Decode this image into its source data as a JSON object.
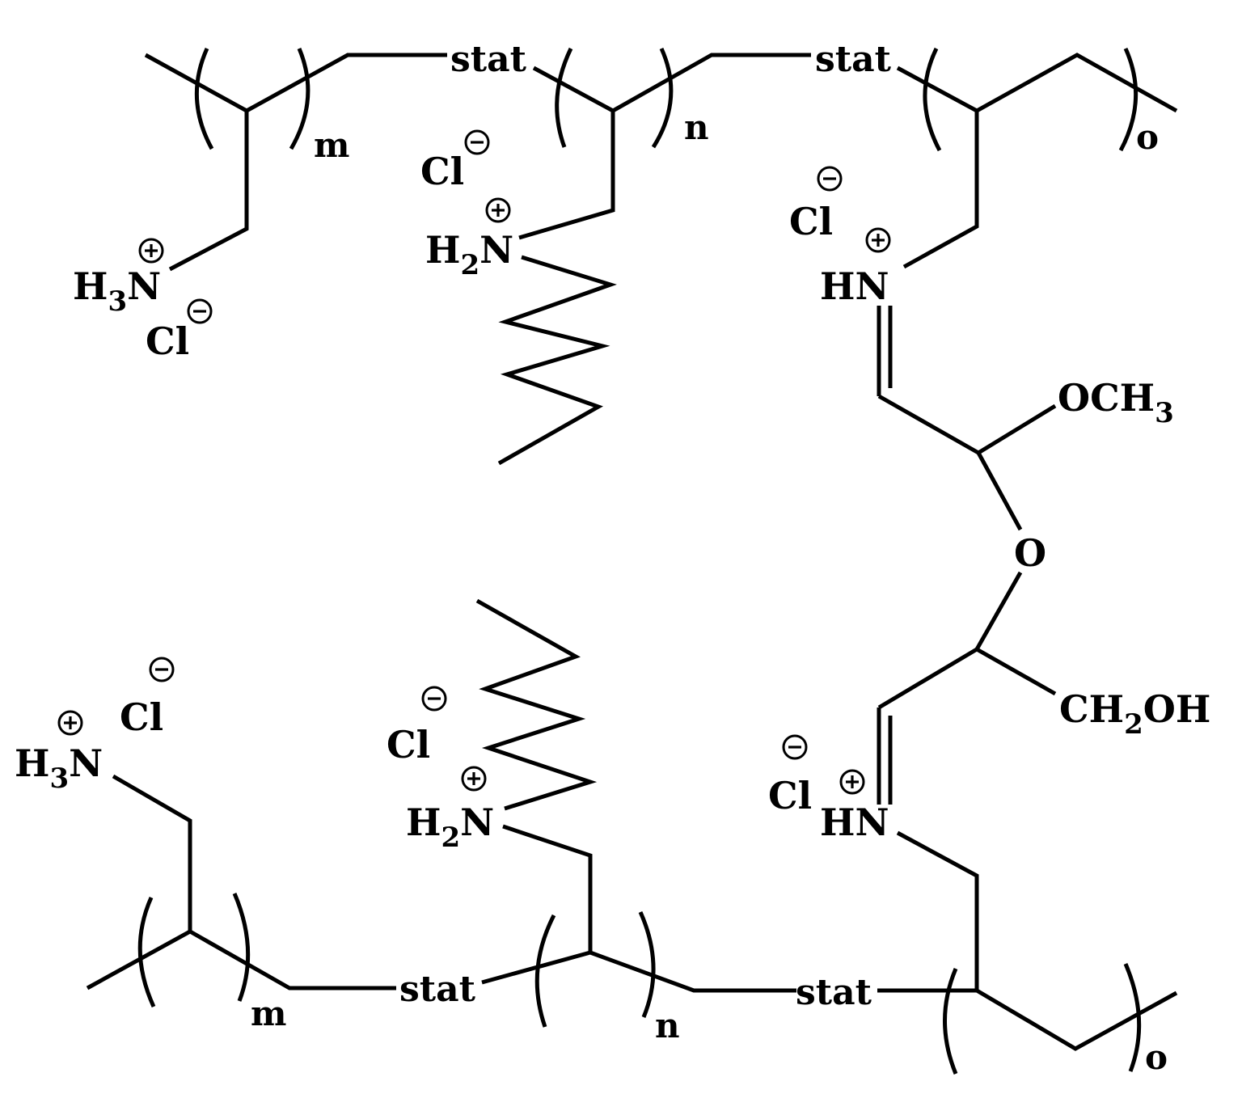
{
  "labels": {
    "stat": "stat",
    "m": "m",
    "n": "n",
    "o": "o",
    "cl": "Cl",
    "h": "H",
    "n_atom": "N",
    "sub_2": "2",
    "sub_3": "3",
    "hn": "HN",
    "och": "OCH",
    "o_atom": "O",
    "ch": "CH",
    "oh": "OH"
  },
  "charges": {
    "plus": "positive-charge",
    "minus": "negative-charge"
  },
  "colors": {
    "ink": "#000000",
    "background": "#ffffff"
  }
}
